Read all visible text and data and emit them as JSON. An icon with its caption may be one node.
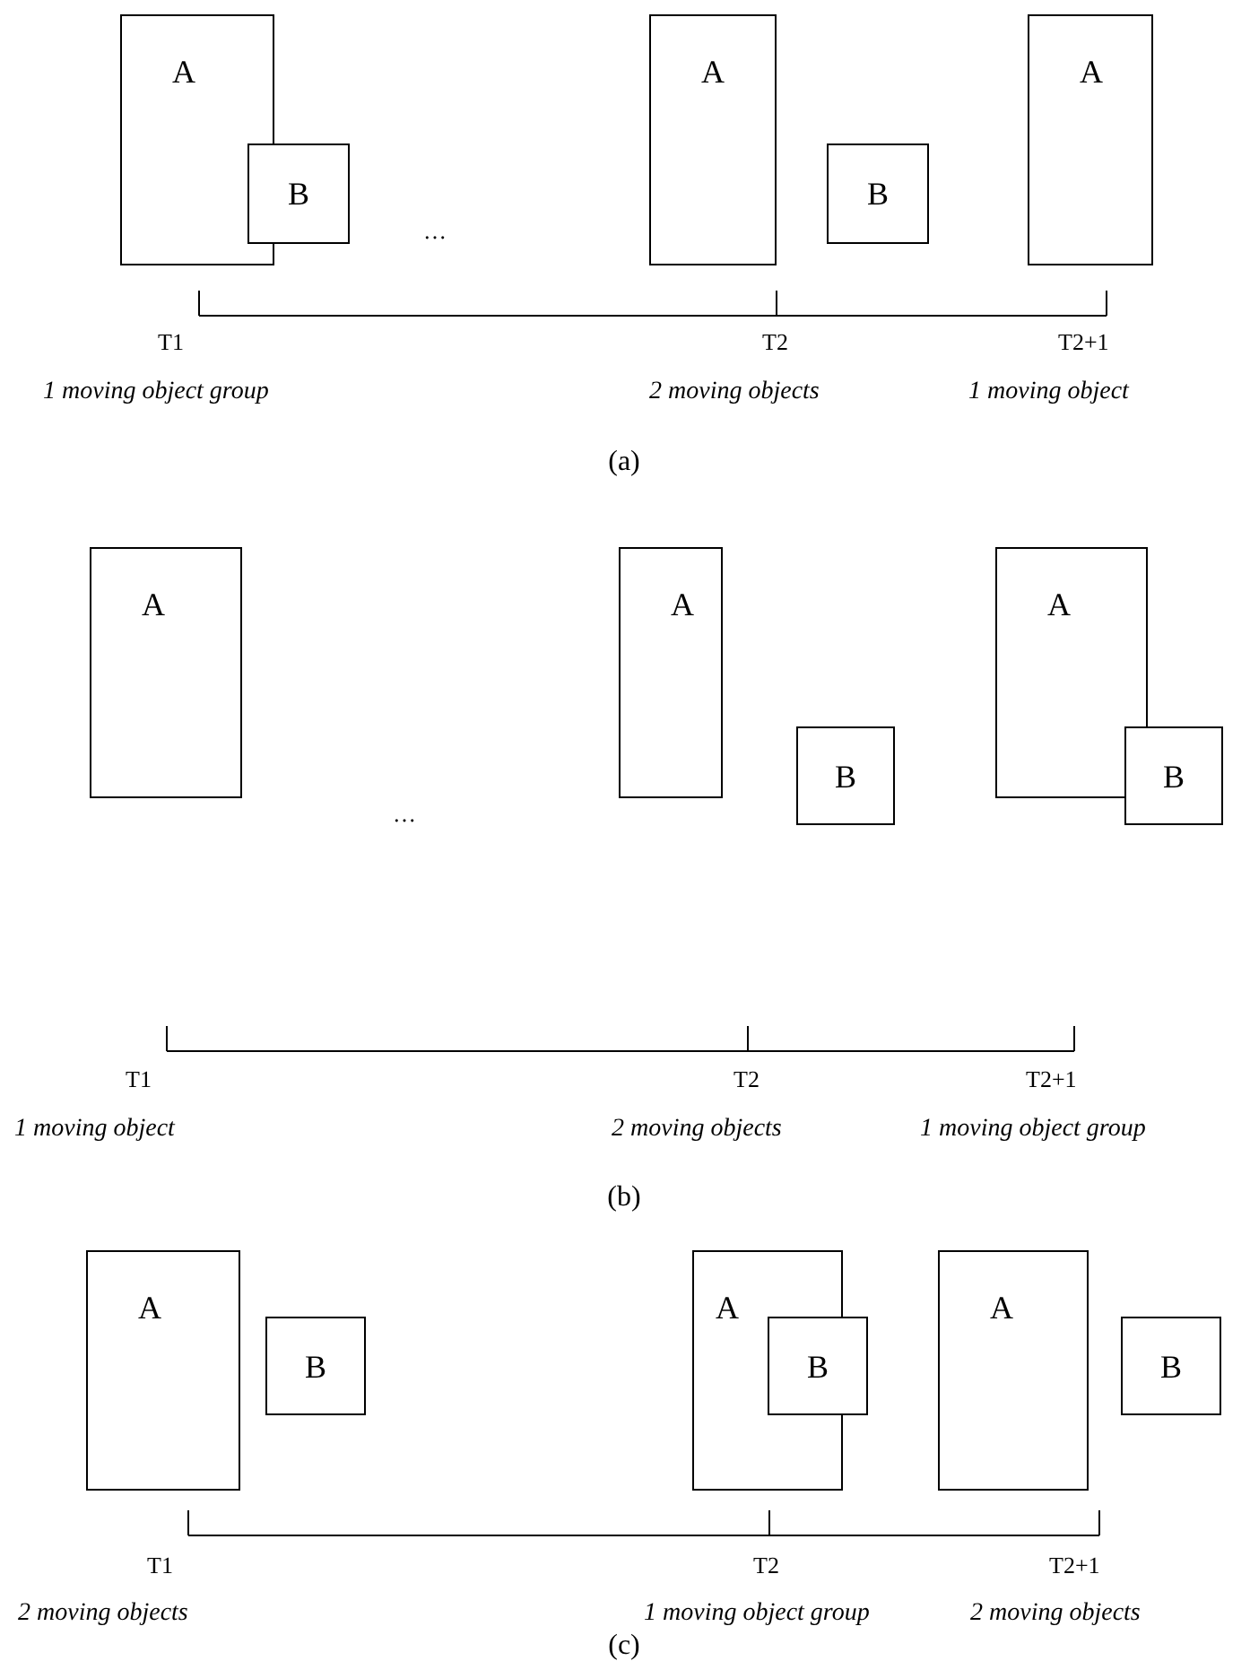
{
  "diagram": {
    "nodes": [
      {
        "text": [
          "A"
        ]
      },
      {
        "text": [
          "B"
        ]
      },
      {
        "text": [
          "A"
        ]
      },
      {
        "text": [
          "B"
        ]
      },
      {
        "text": [
          "A"
        ]
      },
      {
        "text": [
          "A"
        ]
      },
      {
        "text": [
          "A"
        ]
      },
      {
        "text": [
          "B"
        ]
      },
      {
        "text": [
          "A"
        ]
      },
      {
        "text": [
          "B"
        ]
      },
      {
        "text": [
          "A"
        ]
      },
      {
        "text": [
          "B"
        ]
      },
      {
        "text": [
          "A"
        ]
      },
      {
        "text": [
          "B"
        ]
      },
      {
        "text": [
          "A"
        ]
      },
      {
        "text": [
          "B"
        ]
      }
    ],
    "labels": [
      "…",
      "T1",
      "T2",
      "T2+1",
      "1 moving object group",
      "2 moving objects",
      "1 moving object",
      "(a)",
      "…",
      "T1",
      "T2",
      "T2+1",
      "1 moving object",
      "2 moving objects",
      "1 moving object group",
      "(b)",
      "T1",
      "T2",
      "T2+1",
      "2 moving objects",
      "1 moving object group",
      "2 moving objects",
      "(c)"
    ]
  }
}
